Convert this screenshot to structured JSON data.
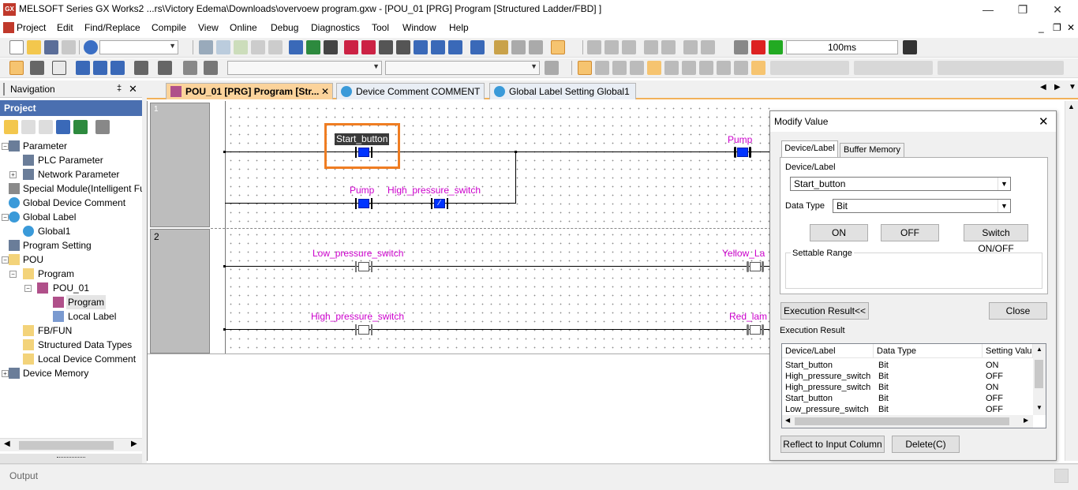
{
  "window": {
    "title": "MELSOFT Series GX Works2 ...rs\\Victory Edema\\Downloads\\overvoew program.gxw - [POU_01 [PRG] Program [Structured Ladder/FBD] ]",
    "app_icon_text": "GX",
    "minimize": "—",
    "restore": "❐",
    "close": "✕"
  },
  "menubar": {
    "items": [
      "Project",
      "Edit",
      "Find/Replace",
      "Compile",
      "View",
      "Online",
      "Debug",
      "Diagnostics",
      "Tool",
      "Window",
      "Help"
    ],
    "mdi_minimize": "_",
    "mdi_restore": "❐",
    "mdi_close": "✕"
  },
  "toolbar": {
    "scan_time": "100ms"
  },
  "navigation": {
    "title": "Navigation",
    "pin": "‡",
    "close": "✕",
    "project_header": "Project",
    "tree": [
      {
        "label": "Parameter",
        "expander": "−",
        "icon": "parameter-icon"
      },
      {
        "label": "PLC Parameter",
        "icon": "plc-parameter-icon"
      },
      {
        "label": "Network Parameter",
        "expander": "+",
        "icon": "network-parameter-icon"
      },
      {
        "label": "Special Module(Intelligent Fu",
        "icon": "special-module-icon"
      },
      {
        "label": "Global Device Comment",
        "icon": "global-device-comment-icon"
      },
      {
        "label": "Global Label",
        "expander": "−",
        "icon": "global-label-icon"
      },
      {
        "label": "Global1",
        "icon": "global1-icon"
      },
      {
        "label": "Program Setting",
        "icon": "program-setting-icon"
      },
      {
        "label": "POU",
        "expander": "−",
        "icon": "pou-folder-icon"
      },
      {
        "label": "Program",
        "expander": "−",
        "icon": "program-folder-icon"
      },
      {
        "label": "POU_01",
        "expander": "−",
        "icon": "pou01-icon"
      },
      {
        "label": "Program",
        "icon": "program-icon"
      },
      {
        "label": "Local Label",
        "icon": "local-label-icon"
      },
      {
        "label": "FB/FUN",
        "icon": "fbfun-folder-icon"
      },
      {
        "label": "Structured Data Types",
        "icon": "structured-data-icon"
      },
      {
        "label": "Local Device Comment",
        "icon": "local-device-comment-icon"
      },
      {
        "label": "Device Memory",
        "expander": "+",
        "icon": "device-memory-icon"
      }
    ]
  },
  "tabs": [
    {
      "label": "POU_01 [PRG] Program [Str...",
      "close": "✕",
      "active": true
    },
    {
      "label": "Device Comment COMMENT",
      "active": false
    },
    {
      "label": "Global Label Setting Global1",
      "active": false
    }
  ],
  "ladder": {
    "rungs": [
      {
        "number": "1",
        "contacts": [
          {
            "label": "Start_button",
            "state": "on"
          },
          {
            "label": "Pump",
            "state": "on"
          },
          {
            "label": "High_pressure_switch",
            "state": "on"
          }
        ],
        "coil": {
          "label": "Pump",
          "state": "on"
        }
      },
      {
        "number": "2",
        "contacts": [
          {
            "label": "Low_pressure_switch",
            "state": "off"
          },
          {
            "label": "High_pressure_switch",
            "state": "off"
          }
        ],
        "coils": [
          {
            "label": "Yellow_La",
            "state": "off"
          },
          {
            "label": "Red_lam",
            "state": "off"
          }
        ]
      }
    ]
  },
  "dialog": {
    "title": "Modify Value",
    "close": "✕",
    "tabs": [
      "Device/Label",
      "Buffer Memory"
    ],
    "device_label_caption": "Device/Label",
    "device_label_value": "Start_button",
    "data_type_caption": "Data Type",
    "data_type_value": "Bit",
    "btn_on": "ON",
    "btn_off": "OFF",
    "btn_switch": "Switch ON/OFF",
    "settable_range": "Settable Range",
    "btn_execution_result": "Execution Result<<",
    "btn_close": "Close",
    "execution_result_caption": "Execution Result",
    "columns": [
      "Device/Label",
      "Data Type",
      "Setting Valu"
    ],
    "rows": [
      [
        "Start_button",
        "Bit",
        "ON"
      ],
      [
        "High_pressure_switch",
        "Bit",
        "OFF"
      ],
      [
        "High_pressure_switch",
        "Bit",
        "ON"
      ],
      [
        "Start_button",
        "Bit",
        "OFF"
      ],
      [
        "Low_pressure_switch",
        "Bit",
        "OFF"
      ]
    ],
    "btn_reflect": "Reflect to Input Column",
    "btn_delete": "Delete(C)"
  },
  "output": {
    "title": "Output"
  },
  "colors": {
    "contact_on": "#0033ff",
    "label_magenta": "#cc00cc",
    "highlight": "#ef7d22",
    "active_tab": "#fbd39b",
    "project_header": "#4a6fb0"
  }
}
